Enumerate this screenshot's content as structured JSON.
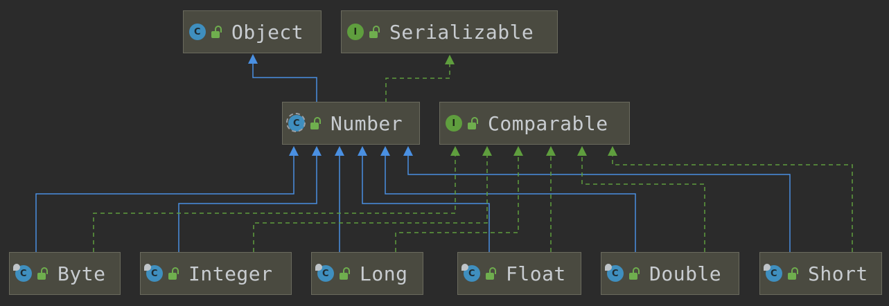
{
  "colors": {
    "background": "#2b2b2b",
    "node_fill": "#4a4a40",
    "extends_edge": "#4a90e2",
    "implements_edge": "#5f9e3e"
  },
  "nodes": {
    "object": {
      "label": "Object",
      "kind_letter": "C",
      "kind": "class"
    },
    "serializable": {
      "label": "Serializable",
      "kind_letter": "I",
      "kind": "interface"
    },
    "number": {
      "label": "Number",
      "kind_letter": "C",
      "kind": "abstract-class"
    },
    "comparable": {
      "label": "Comparable",
      "kind_letter": "I",
      "kind": "interface"
    },
    "byte": {
      "label": "Byte",
      "kind_letter": "C",
      "kind": "final-class"
    },
    "integer": {
      "label": "Integer",
      "kind_letter": "C",
      "kind": "final-class"
    },
    "long": {
      "label": "Long",
      "kind_letter": "C",
      "kind": "final-class"
    },
    "float": {
      "label": "Float",
      "kind_letter": "C",
      "kind": "final-class"
    },
    "double": {
      "label": "Double",
      "kind_letter": "C",
      "kind": "final-class"
    },
    "short": {
      "label": "Short",
      "kind_letter": "C",
      "kind": "final-class"
    }
  },
  "edges": [
    {
      "from": "number",
      "to": "object",
      "type": "extends"
    },
    {
      "from": "number",
      "to": "serializable",
      "type": "implements"
    },
    {
      "from": "byte",
      "to": "number",
      "type": "extends"
    },
    {
      "from": "integer",
      "to": "number",
      "type": "extends"
    },
    {
      "from": "long",
      "to": "number",
      "type": "extends"
    },
    {
      "from": "float",
      "to": "number",
      "type": "extends"
    },
    {
      "from": "double",
      "to": "number",
      "type": "extends"
    },
    {
      "from": "short",
      "to": "number",
      "type": "extends"
    },
    {
      "from": "byte",
      "to": "comparable",
      "type": "implements"
    },
    {
      "from": "integer",
      "to": "comparable",
      "type": "implements"
    },
    {
      "from": "long",
      "to": "comparable",
      "type": "implements"
    },
    {
      "from": "float",
      "to": "comparable",
      "type": "implements"
    },
    {
      "from": "double",
      "to": "comparable",
      "type": "implements"
    },
    {
      "from": "short",
      "to": "comparable",
      "type": "implements"
    }
  ]
}
